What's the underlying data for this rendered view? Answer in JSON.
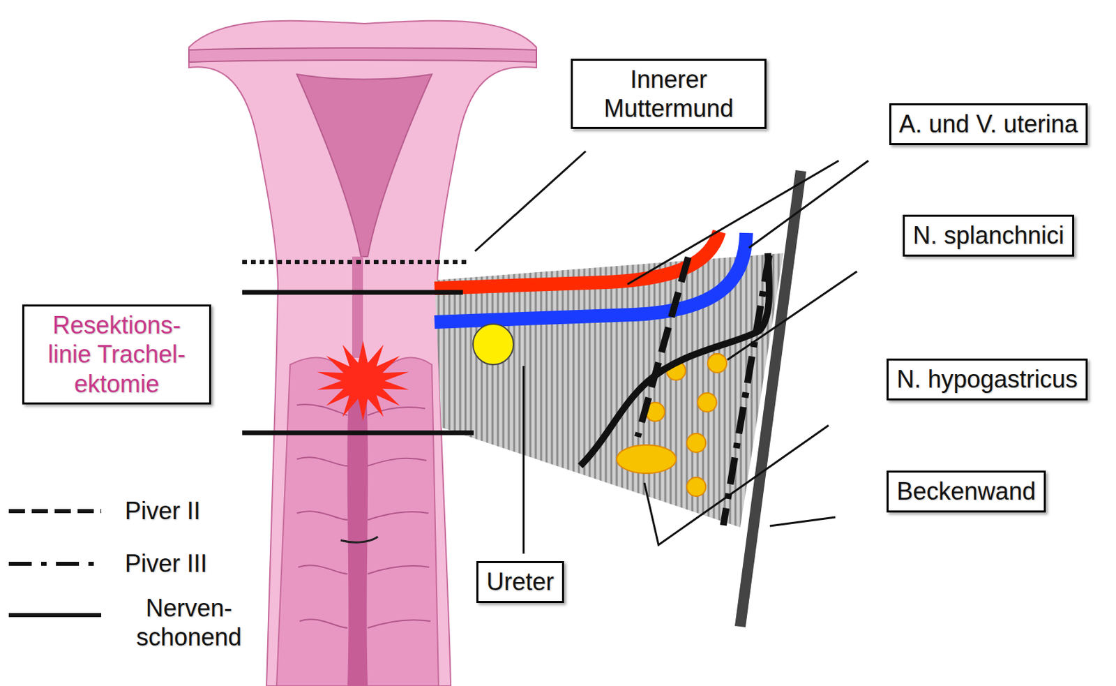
{
  "diagram": {
    "nodes": [
      {
        "text": [
          "Innerer Muttermund"
        ]
      },
      {
        "text": [
          "A. und V. uterina"
        ]
      },
      {
        "text": [
          "N. splanchnici"
        ]
      },
      {
        "text": [
          "Resektions- linie Trachel- ektomie"
        ]
      },
      {
        "text": [
          "N. hypogastricus"
        ]
      },
      {
        "text": [
          "Beckenwand"
        ]
      },
      {
        "text": [
          "Ureter"
        ]
      }
    ],
    "edges": [],
    "legend": [
      {
        "text": "Piver II"
      },
      {
        "text": "Piver III"
      },
      {
        "text": "Nerven- schonend"
      }
    ]
  }
}
